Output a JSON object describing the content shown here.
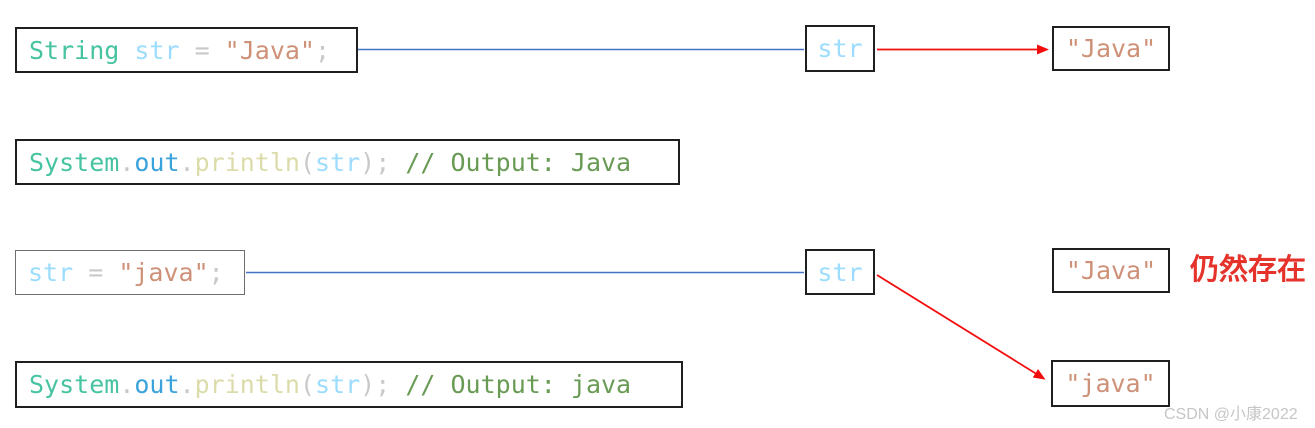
{
  "colors": {
    "syntax_type_teal": "#46C3A0",
    "syntax_variable_blue": "#9CDCFE",
    "syntax_operator_gray": "#C9C9C9",
    "syntax_string_salmon": "#CE9178",
    "syntax_field_blue": "#3BA3DC",
    "syntax_function_yellow": "#DCDCAA",
    "syntax_comment_green": "#699B55",
    "connector_blue": "#4472C4",
    "arrow_red": "#F20D0D",
    "annotation_red": "#E5332B",
    "watermark_gray": "#C6C6C6",
    "box_border_dark": "#1F1F1F",
    "box_border_gray": "#6E6E6E"
  },
  "step1": {
    "code_tokens": [
      {
        "text": "String ",
        "type": "type"
      },
      {
        "text": "str",
        "type": "variable"
      },
      {
        "text": " = ",
        "type": "operator"
      },
      {
        "text": "\"Java\"",
        "type": "string"
      },
      {
        "text": ";",
        "type": "operator"
      }
    ],
    "reference_box": "str",
    "heap_value_box": "\"Java\""
  },
  "step2": {
    "code_tokens": [
      {
        "text": "System",
        "type": "type"
      },
      {
        "text": ".",
        "type": "operator"
      },
      {
        "text": "out",
        "type": "field"
      },
      {
        "text": ".",
        "type": "operator"
      },
      {
        "text": "println",
        "type": "function"
      },
      {
        "text": "(",
        "type": "operator"
      },
      {
        "text": "str",
        "type": "variable"
      },
      {
        "text": ");",
        "type": "operator"
      },
      {
        "text": " ",
        "type": "plain"
      },
      {
        "text": "// Output: Java",
        "type": "comment"
      }
    ]
  },
  "step3": {
    "code_tokens": [
      {
        "text": "str",
        "type": "variable"
      },
      {
        "text": " = ",
        "type": "operator"
      },
      {
        "text": "\"java\"",
        "type": "string"
      },
      {
        "text": ";",
        "type": "operator"
      }
    ],
    "reference_box": "str",
    "old_heap_value_box": "\"Java\"",
    "annotation": "仍然存在"
  },
  "step4": {
    "code_tokens": [
      {
        "text": "System",
        "type": "type"
      },
      {
        "text": ".",
        "type": "operator"
      },
      {
        "text": "out",
        "type": "field"
      },
      {
        "text": ".",
        "type": "operator"
      },
      {
        "text": "println",
        "type": "function"
      },
      {
        "text": "(",
        "type": "operator"
      },
      {
        "text": "str",
        "type": "variable"
      },
      {
        "text": ");",
        "type": "operator"
      },
      {
        "text": " ",
        "type": "plain"
      },
      {
        "text": "// Output: java",
        "type": "comment"
      }
    ],
    "new_heap_value_box": "\"java\""
  },
  "watermark": "CSDN @小康2022"
}
